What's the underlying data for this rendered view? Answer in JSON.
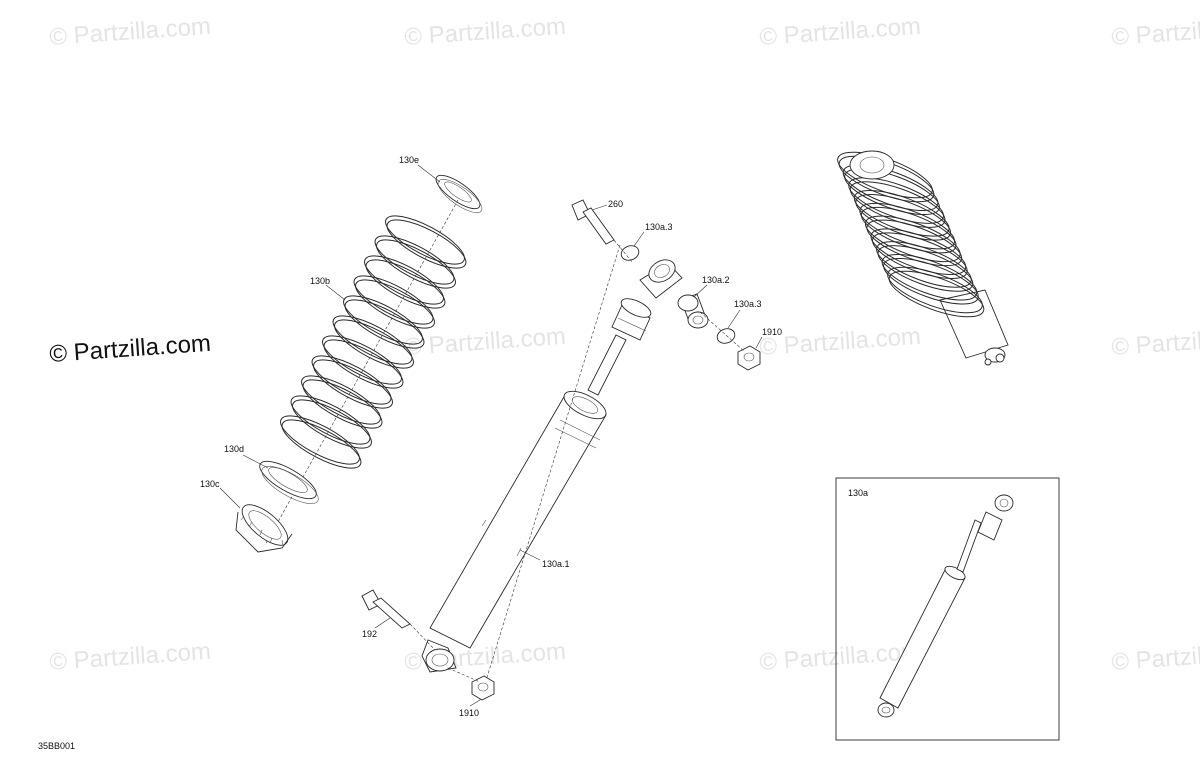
{
  "watermark": {
    "text": "© Partzilla.com",
    "main_text": "© Partzilla.com"
  },
  "labels": {
    "c130e": "130e",
    "c130b": "130b",
    "c130d": "130d",
    "c130c": "130c",
    "c260": "260",
    "c130a3_top": "130a.3",
    "c130a2": "130a.2",
    "c130a3_right": "130a.3",
    "c1910_right": "1910",
    "c130a1": "130a.1",
    "c192": "192",
    "c1910_bottom": "1910",
    "c130a": "130a",
    "drawing_code": "35BB001"
  }
}
